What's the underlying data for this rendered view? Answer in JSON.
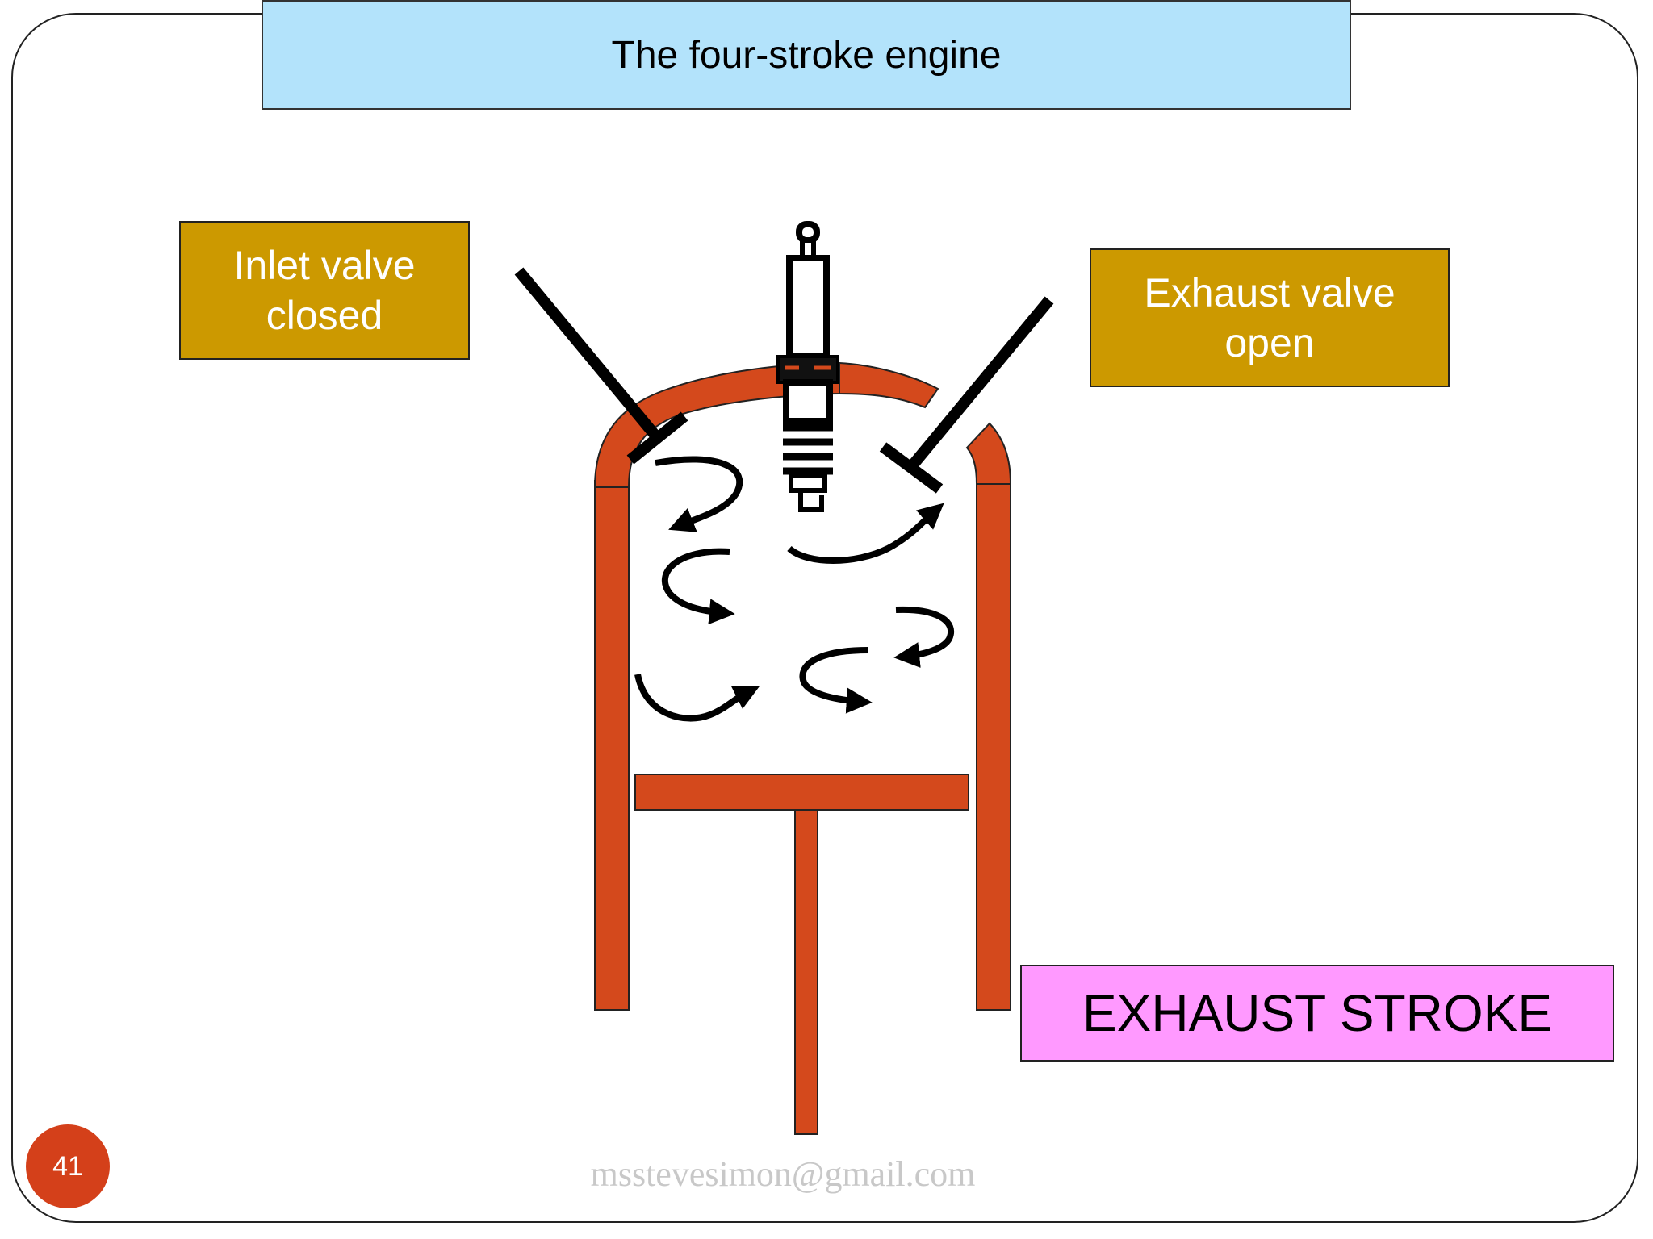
{
  "slide": {
    "title": "The four-stroke engine",
    "inlet_label": [
      "Inlet valve",
      "closed"
    ],
    "exhaust_label": [
      "Exhaust valve",
      "open"
    ],
    "stroke_label": "EXHAUST STROKE",
    "page_number": "41",
    "footer_email": "mssteve​simon@gmail.com"
  },
  "colors": {
    "title_bg": "#b3e3fb",
    "label_bg": "#cc9900",
    "stroke_bg": "#ff99ff",
    "cylinder": "#d4491c",
    "badge": "#d4401a"
  },
  "icons": {
    "spark_plug": "spark-plug-icon",
    "gas_flow": "swirl-arrow-icon"
  }
}
